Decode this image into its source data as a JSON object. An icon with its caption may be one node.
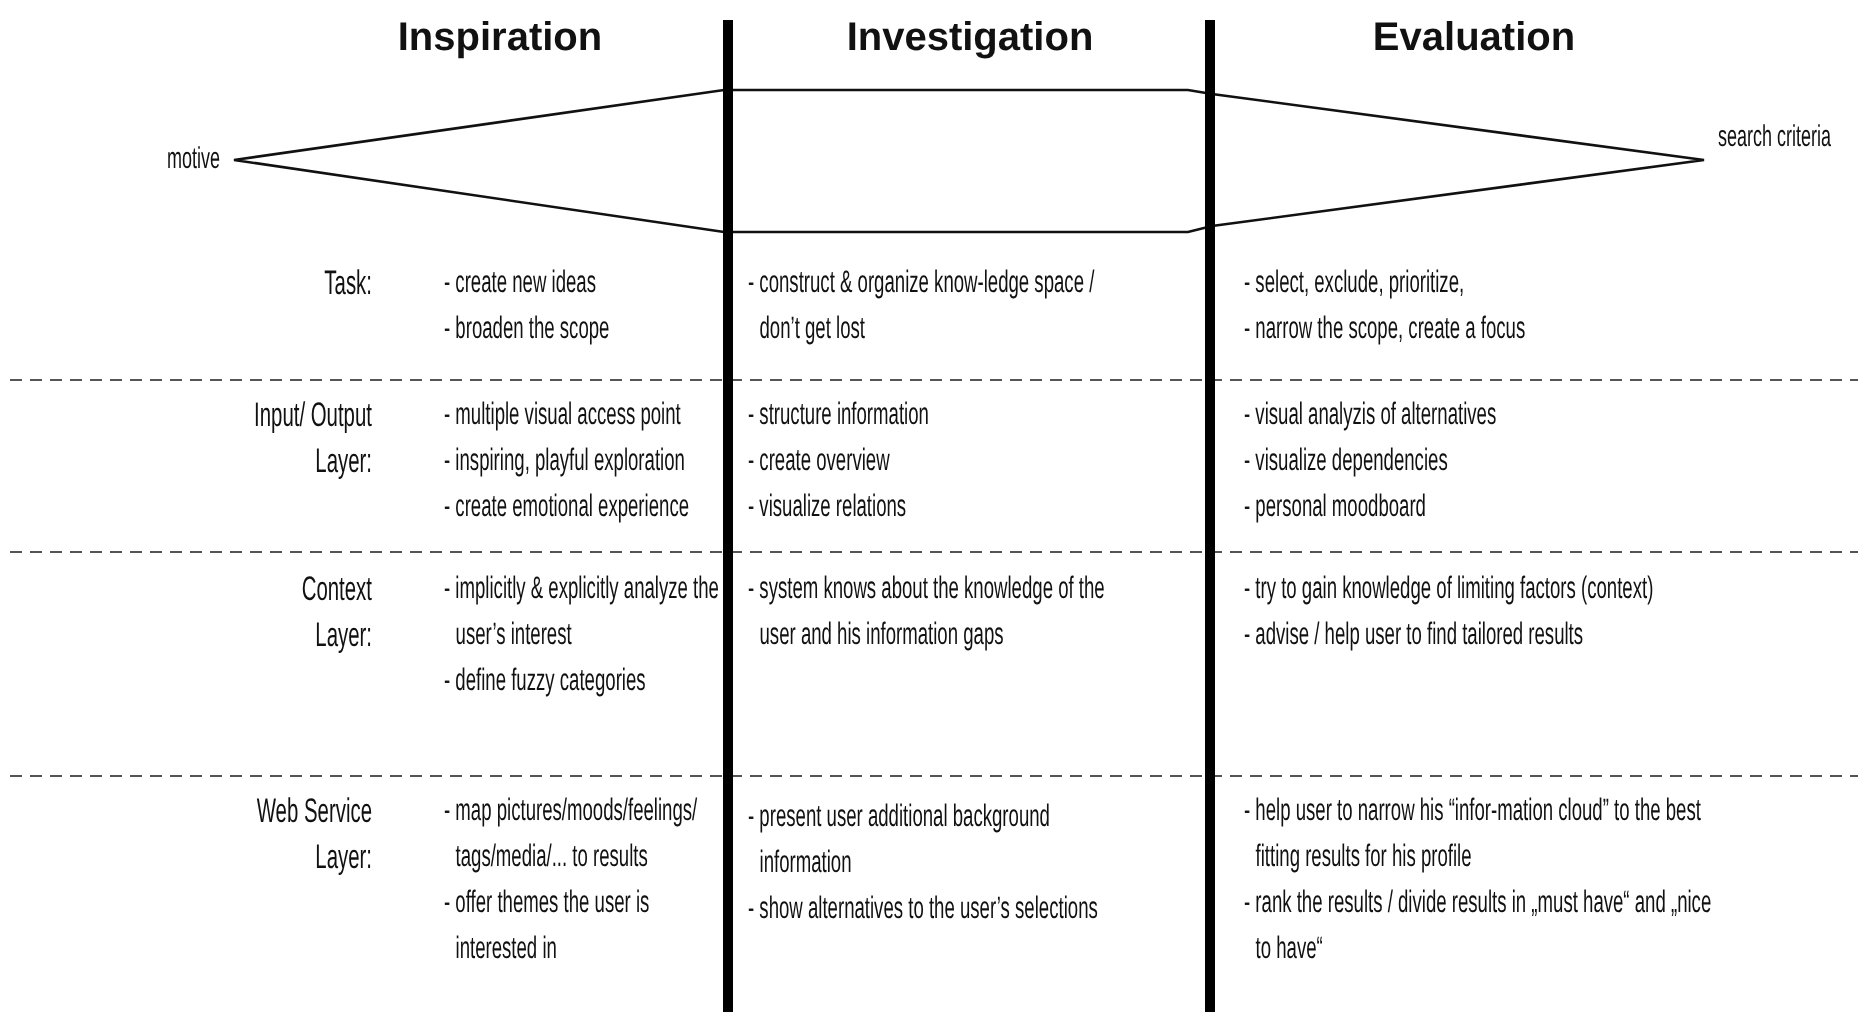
{
  "diagram": {
    "labels": [
      "Inspiration",
      "Investigation",
      "Evaluation",
      "motive",
      "search criteria",
      "Task:",
      "- create new ideas",
      "- broaden the scope",
      "- construct & organize know-ledge space / don’t get lost",
      "- select, exclude, prioritize,",
      "- narrow the scope, create a focus",
      "Input/ Output Layer:",
      "- multiple visual access point",
      "- inspiring, playful exploration",
      "- create emotional experience",
      "- structure information",
      "- create overview",
      "- visualize relations",
      "- visual analyzis of alternatives",
      "- visualize dependencies",
      "- personal moodboard",
      "Context Layer:",
      "- implicitly & explicitly analyze the user’s interest",
      "- define fuzzy categories",
      "- system knows about the knowledge of the user and his information gaps",
      "- try to gain knowledge of limiting factors (context)",
      "- advise / help user to find tailored results",
      "Web Service Layer:",
      "- map pictures/moods/feelings/ tags/media/... to results",
      "- offer themes the user is interested in",
      "- present user additional background information",
      "- show alternatives to the user’s selections",
      "- help user to narrow his “infor-mation cloud” to the best fitting results for his profile",
      "- rank the results / divide results in „must have“ and „nice to have“"
    ]
  }
}
